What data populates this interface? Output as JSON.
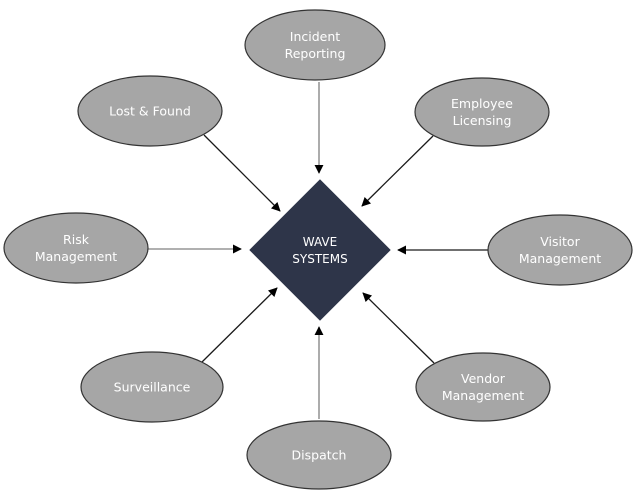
{
  "center": {
    "label_lines": [
      "WAVE",
      "SYSTEMS"
    ],
    "color": "#2e3549"
  },
  "nodes": [
    {
      "id": "incident-reporting",
      "label_lines": [
        "Incident",
        "Reporting"
      ]
    },
    {
      "id": "employee-licensing",
      "label_lines": [
        "Employee",
        "Licensing"
      ]
    },
    {
      "id": "visitor-management",
      "label_lines": [
        "Visitor",
        "Management"
      ]
    },
    {
      "id": "vendor-management",
      "label_lines": [
        "Vendor",
        "Management"
      ]
    },
    {
      "id": "dispatch",
      "label_lines": [
        "Dispatch"
      ]
    },
    {
      "id": "surveillance",
      "label_lines": [
        "Surveillance"
      ]
    },
    {
      "id": "risk-management",
      "label_lines": [
        "Risk",
        "Management"
      ]
    },
    {
      "id": "lost-and-found",
      "label_lines": [
        "Lost & Found"
      ]
    }
  ],
  "edges": [
    {
      "from": "incident-reporting",
      "to": "center",
      "direction": "into-center"
    },
    {
      "from": "employee-licensing",
      "to": "center",
      "direction": "into-center"
    },
    {
      "from": "visitor-management",
      "to": "center",
      "direction": "into-center"
    },
    {
      "from": "vendor-management",
      "to": "center",
      "direction": "into-center"
    },
    {
      "from": "dispatch",
      "to": "center",
      "direction": "into-center"
    },
    {
      "from": "surveillance",
      "to": "center",
      "direction": "into-center"
    },
    {
      "from": "risk-management",
      "to": "center",
      "direction": "into-center"
    },
    {
      "from": "lost-and-found",
      "to": "center",
      "direction": "into-center"
    }
  ],
  "colors": {
    "node_fill": "#a6a6a6",
    "node_stroke": "#333333",
    "edge_dark": "#1a1a1a",
    "edge_gray": "#808080"
  }
}
